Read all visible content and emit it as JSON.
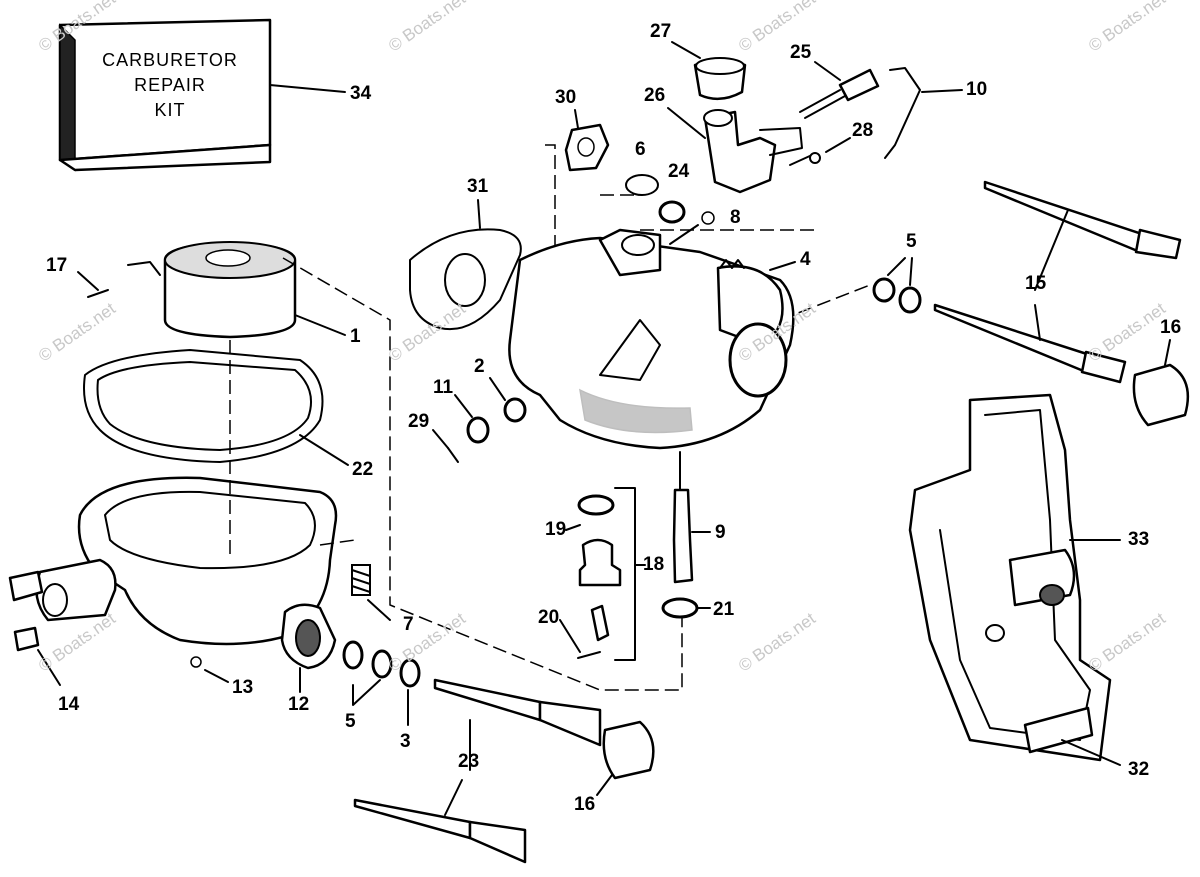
{
  "kit": {
    "line1": "CARBURETOR",
    "line2": "REPAIR",
    "line3": "KIT"
  },
  "watermark": "© Boats.net",
  "callouts": {
    "c1": "1",
    "c2": "2",
    "c3": "3",
    "c4": "4",
    "c5a": "5",
    "c5b": "5",
    "c6": "6",
    "c7": "7",
    "c8": "8",
    "c9": "9",
    "c10": "10",
    "c11": "11",
    "c12": "12",
    "c13": "13",
    "c14": "14",
    "c15": "15",
    "c16a": "16",
    "c16b": "16",
    "c17": "17",
    "c18": "18",
    "c19": "19",
    "c20": "20",
    "c21": "21",
    "c22": "22",
    "c23": "23",
    "c24": "24",
    "c25": "25",
    "c26": "26",
    "c27": "27",
    "c28": "28",
    "c29": "29",
    "c30": "30",
    "c31": "31",
    "c32": "32",
    "c33": "33",
    "c34": "34"
  }
}
